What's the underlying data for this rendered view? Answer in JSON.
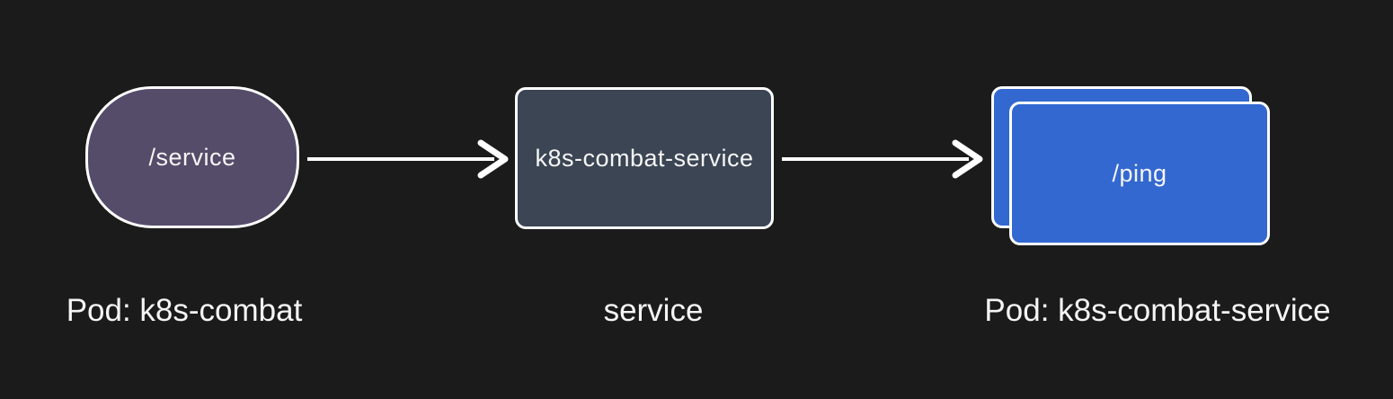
{
  "diagram": {
    "type": "flow-left-to-right",
    "colors": {
      "background": "#1b1b1b",
      "client_endpoint_fill": "#554c6a",
      "service_fill": "#3b4553",
      "server_endpoint_fill": "#3368d1",
      "stroke": "#ffffff",
      "text": "#f5f5f5"
    },
    "nodes": {
      "client_endpoint": {
        "label": "/service",
        "shape": "stadium"
      },
      "service": {
        "label": "k8s-combat-service",
        "shape": "rectangle"
      },
      "server_endpoint": {
        "label": "/ping",
        "shape": "stacked-rectangles",
        "replicas_shown": 2
      }
    },
    "edges": [
      {
        "from": "client_endpoint",
        "to": "service",
        "style": "arrow-right"
      },
      {
        "from": "service",
        "to": "server_endpoint",
        "style": "arrow-right"
      }
    ],
    "captions": {
      "left": "Pod: k8s-combat",
      "middle": "service",
      "right": "Pod: k8s-combat-service"
    }
  }
}
